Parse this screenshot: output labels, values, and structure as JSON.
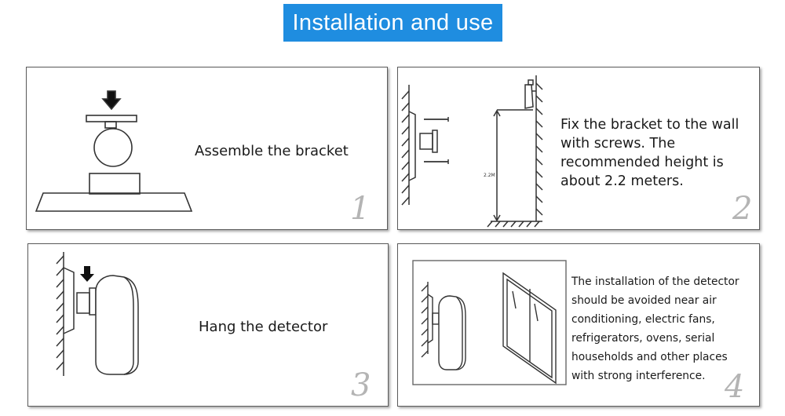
{
  "title": "Installation and use",
  "steps": [
    {
      "number": "1",
      "text": "Assemble the bracket"
    },
    {
      "number": "2",
      "text": "Fix the bracket to the wall\nwith screws. The\nrecommended height is\nabout 2.2 meters.",
      "height_label": "2.2M"
    },
    {
      "number": "3",
      "text": "Hang the detector"
    },
    {
      "number": "4",
      "text": "The installation of the detector\nshould be avoided near air\nconditioning, electric fans,\nrefrigerators, ovens, serial\nhouseholds and other places\nwith strong interference."
    }
  ],
  "colors": {
    "title_background": "#1f8de0",
    "title_text": "#ffffff",
    "step_number": "#b4b4b4",
    "panel_border": "#5b5b5b"
  }
}
